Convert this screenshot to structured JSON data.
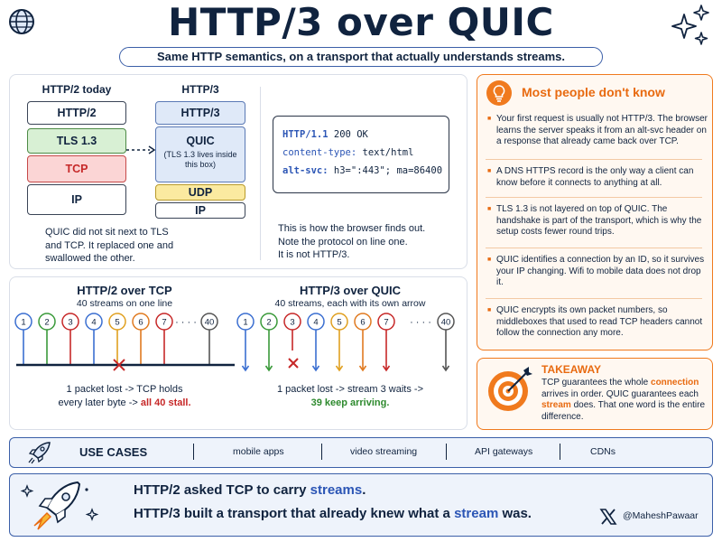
{
  "header": {
    "title": "HTTP/3 over QUIC",
    "subtitle": "Same HTTP semantics, on a transport that actually understands streams.",
    "icons": [
      "globe-icon",
      "sparkles-icon"
    ]
  },
  "stacks": {
    "left_heading": "HTTP/2 today",
    "right_heading": "HTTP/3",
    "left_layers": [
      "HTTP/2",
      "TLS 1.3",
      "TCP",
      "IP"
    ],
    "right_layers": [
      "HTTP/3",
      "QUIC",
      "UDP",
      "IP"
    ],
    "quic_note": "(TLS 1.3 lives inside this box)",
    "caption": [
      "QUIC did not sit next to TLS",
      "and TCP. It replaced one and",
      "swallowed the other."
    ],
    "colors": {
      "green": "#d8f0d4",
      "red": "#fbd5d5",
      "blue": "#dfe9f8",
      "yellow": "#fbeaa0"
    }
  },
  "response": {
    "status_proto": "HTTP/1.1",
    "status_code": "200 OK",
    "header1_name": "content-type:",
    "header1_value": "text/html",
    "header2_name": "alt-svc:",
    "header2_value": "h3=\":443\"; ma=86400",
    "caption": [
      "This is how the browser finds out.",
      "Note the protocol on line one.",
      "It is not HTTP/3."
    ]
  },
  "streams": {
    "left_title": "HTTP/2 over TCP",
    "left_sub": "40 streams on one line",
    "right_title": "HTTP/3 over QUIC",
    "right_sub": "40 streams, each with its own arrow",
    "labels": [
      "1",
      "2",
      "3",
      "4",
      "5",
      "6",
      "7",
      "40"
    ],
    "ellipsis": "· · · ·",
    "stream_colors": [
      "#3b6fd1",
      "#3a9a3a",
      "#c62828",
      "#3b6fd1",
      "#e0a020",
      "#e07a20",
      "#c62828",
      "#555555"
    ],
    "left_caption_1": "1 packet lost -> TCP holds",
    "left_caption_2a": "every later byte -> ",
    "left_caption_2b": "all 40 stall.",
    "right_caption_1": "1 packet lost -> stream 3 waits ->",
    "right_caption_2": "39 keep arriving."
  },
  "facts": {
    "title": "Most people don't know",
    "icon": "lightbulb-icon",
    "items": [
      "Your first request is usually not HTTP/3. The browser learns the server speaks it from an alt-svc header on a response that already came back over TCP.",
      "A DNS HTTPS record is the only way a client can know before it connects to anything at all.",
      "TLS 1.3 is not layered on top of QUIC. The handshake is part of the transport, which is why the setup costs fewer round trips.",
      "QUIC identifies a connection by an ID, so it survives your IP changing. Wifi to mobile data does not drop it.",
      "QUIC encrypts its own packet numbers, so middleboxes that used to read TCP headers cannot follow the connection any more."
    ]
  },
  "takeaway": {
    "title": "TAKEAWAY",
    "icon": "target-icon",
    "t1": "TCP guarantees the whole ",
    "t2": "connection",
    "t3": " arrives in order. QUIC guarantees each ",
    "t4": "stream",
    "t5": " does. That one word is the entire difference."
  },
  "use_cases": {
    "title": "USE CASES",
    "icon": "rocket-icon",
    "items": [
      "mobile apps",
      "video streaming",
      "API gateways",
      "CDNs"
    ]
  },
  "closing": {
    "l1a": "HTTP/2 asked TCP to carry ",
    "l1b": "streams",
    "l1c": ".",
    "l2a": "HTTP/3 built a transport that already knew what a ",
    "l2b": "stream",
    "l2c": " was.",
    "handle": "@MaheshPawaar",
    "icon": "x-logo-icon"
  }
}
